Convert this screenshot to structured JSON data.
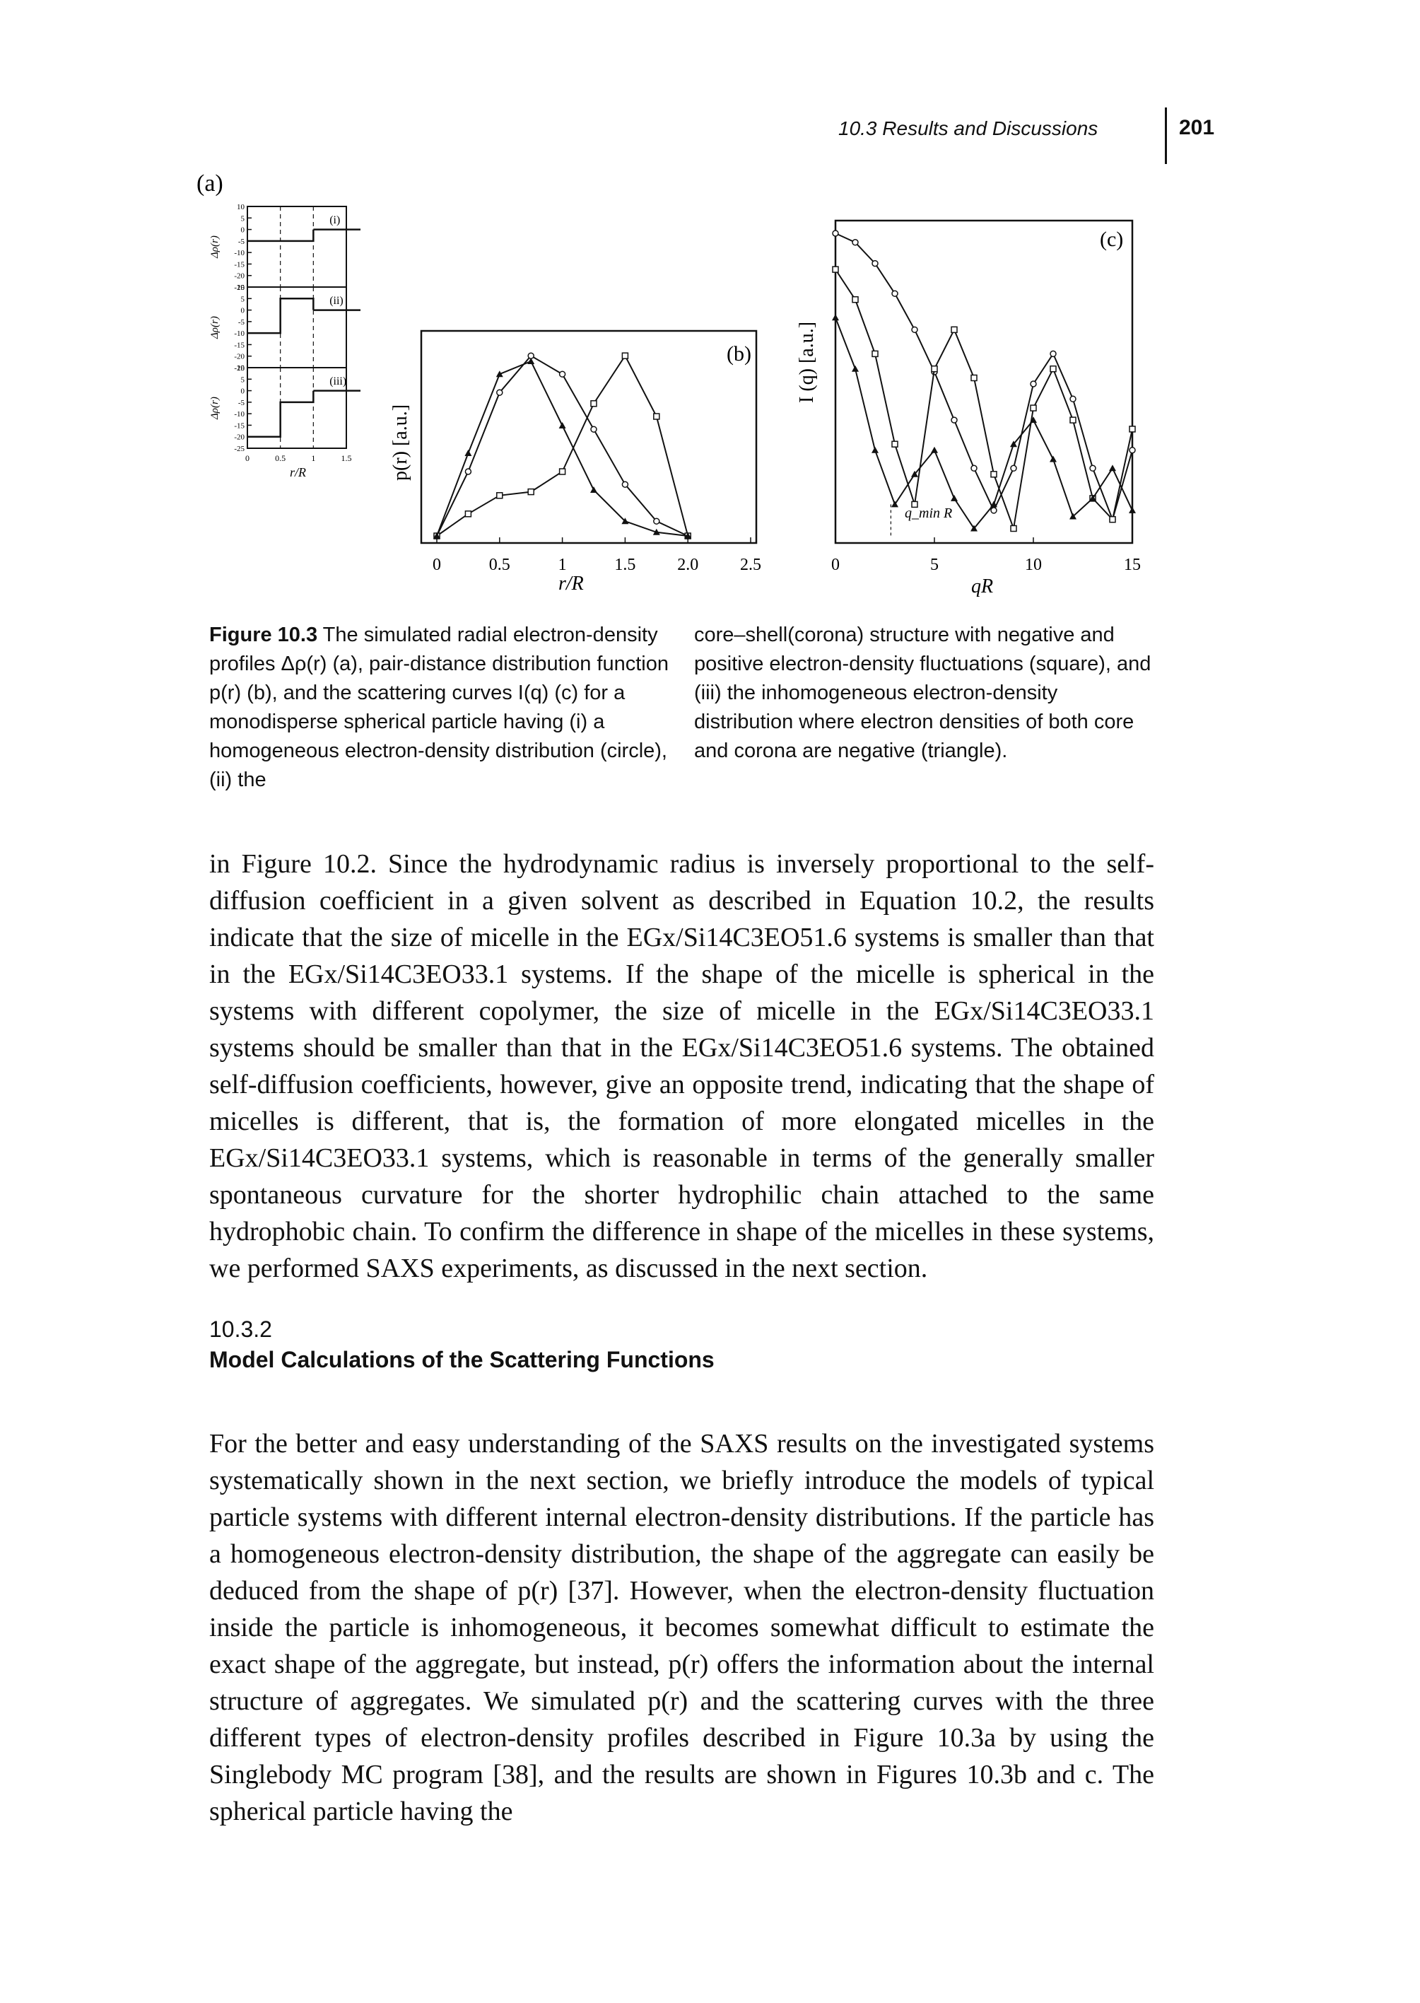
{
  "header": {
    "running_head": "10.3 Results and Discussions",
    "page_number": "201"
  },
  "figure": {
    "panel_a": {
      "label": "(a)",
      "ylabel": "Δρ(r)",
      "xlabel": "r/R",
      "subpanels": [
        {
          "tag": "(i)",
          "yticks": [
            "10",
            "5",
            "0",
            "-5",
            "-10",
            "-15",
            "-20",
            "-25"
          ],
          "core": -5,
          "shell": -5
        },
        {
          "tag": "(ii)",
          "yticks": [
            "10",
            "5",
            "0",
            "-5",
            "-10",
            "-15",
            "-20",
            "-25"
          ],
          "core": -10,
          "shell": 5
        },
        {
          "tag": "(iii)",
          "yticks": [
            "10",
            "5",
            "0",
            "-5",
            "-10",
            "-15",
            "-20",
            "-25"
          ],
          "core": -20,
          "shell": -5
        }
      ],
      "xticks": [
        "0",
        "0.5",
        "1",
        "1.5"
      ]
    },
    "panel_b": {
      "label": "(b)",
      "ylabel": "p(r) [a.u.]",
      "xlabel": "r/R",
      "xticks": [
        "0",
        "0.5",
        "1",
        "1.5",
        "2.0",
        "2.5"
      ]
    },
    "panel_c": {
      "label": "(c)",
      "ylabel": "I (q) [a.u.]",
      "xlabel": "qR",
      "xticks": [
        "0",
        "5",
        "10",
        "15"
      ],
      "annotation": "q_min R"
    },
    "caption_label": "Figure 10.3",
    "caption_col1": "The simulated radial electron-density profiles Δρ(r) (a), pair-distance distribution function p(r) (b), and the scattering curves I(q) (c) for a monodisperse spherical particle having (i) a homogeneous electron-density distribution (circle), (ii) the",
    "caption_col2": "core–shell(corona) structure with negative and positive electron-density fluctuations (square), and (iii) the inhomogeneous electron-density distribution where electron densities of both core and corona are negative (triangle)."
  },
  "chart_data": [
    {
      "type": "line",
      "title": "(a)",
      "xlabel": "r/R",
      "ylabel": "Δρ(r)",
      "ylim": [
        -25,
        10
      ],
      "xlim": [
        0,
        1.5
      ],
      "series": [
        {
          "name": "(i)",
          "x": [
            0,
            0.5,
            0.5,
            1,
            1
          ],
          "y": [
            -5,
            -5,
            -5,
            -5,
            0
          ]
        },
        {
          "name": "(ii)",
          "x": [
            0,
            0.5,
            0.5,
            1,
            1
          ],
          "y": [
            -10,
            -10,
            5,
            5,
            0
          ]
        },
        {
          "name": "(iii)",
          "x": [
            0,
            0.5,
            0.5,
            1,
            1
          ],
          "y": [
            -20,
            -20,
            -5,
            -5,
            0
          ]
        }
      ]
    },
    {
      "type": "line",
      "title": "(b)",
      "xlabel": "r/R",
      "ylabel": "p(r) [a.u.]",
      "xlim": [
        0,
        2.5
      ],
      "series": [
        {
          "x": [
            0,
            0.25,
            0.5,
            0.75,
            1.0,
            1.25,
            1.5,
            1.75,
            2.0
          ],
          "y": [
            0,
            0.35,
            0.78,
            0.98,
            0.88,
            0.58,
            0.28,
            0.08,
            0
          ]
        },
        {
          "x": [
            0,
            0.25,
            0.5,
            0.75,
            1.0,
            1.25,
            1.5,
            1.75,
            2.0
          ],
          "y": [
            0,
            0.12,
            0.22,
            0.24,
            0.35,
            0.72,
            0.98,
            0.65,
            0
          ]
        },
        {
          "x": [
            0,
            0.25,
            0.5,
            0.75,
            1.0,
            1.25,
            1.5,
            1.75,
            2.0
          ],
          "y": [
            0,
            0.45,
            0.88,
            0.95,
            0.6,
            0.25,
            0.08,
            0.02,
            0
          ]
        }
      ]
    },
    {
      "type": "line",
      "title": "(c)",
      "xlabel": "qR",
      "ylabel": "I (q) [a.u.]",
      "xlim": [
        0,
        15
      ],
      "series": [
        {
          "x": [
            0,
            1,
            2,
            3,
            4,
            5,
            6,
            7,
            8,
            9,
            10,
            11,
            12,
            13,
            14,
            15
          ],
          "y": [
            1.0,
            0.97,
            0.9,
            0.8,
            0.68,
            0.54,
            0.38,
            0.22,
            0.08,
            0.22,
            0.5,
            0.6,
            0.45,
            0.22,
            0.05,
            0.28
          ]
        },
        {
          "x": [
            0,
            1,
            2,
            3,
            4,
            5,
            6,
            7,
            8,
            9,
            10,
            11,
            12,
            13,
            14,
            15
          ],
          "y": [
            0.88,
            0.78,
            0.6,
            0.3,
            0.1,
            0.55,
            0.68,
            0.52,
            0.2,
            0.02,
            0.42,
            0.55,
            0.38,
            0.12,
            0.05,
            0.35
          ]
        },
        {
          "x": [
            0,
            1,
            2,
            3,
            4,
            5,
            6,
            7,
            8,
            9,
            10,
            11,
            12,
            13,
            14,
            15
          ],
          "y": [
            0.72,
            0.55,
            0.28,
            0.1,
            0.2,
            0.28,
            0.12,
            0.02,
            0.1,
            0.3,
            0.38,
            0.25,
            0.06,
            0.12,
            0.22,
            0.08
          ]
        }
      ]
    }
  ],
  "body_para1": "in Figure 10.2. Since the hydrodynamic radius is inversely proportional to the self-diffusion coefficient in a given solvent as described in Equation 10.2, the results indicate that the size of micelle in the EGx/Si14C3EO51.6 systems is smaller than that in the EGx/Si14C3EO33.1 systems. If the shape of the micelle is spherical in the systems with different copolymer, the size of micelle in the EGx/Si14C3EO33.1 systems should be smaller than that in the EGx/Si14C3EO51.6 systems. The obtained self-diffusion coefficients, however, give an opposite trend, indicating that the shape of micelles is different, that is, the formation of more elongated micelles in the EGx/Si14C3EO33.1 systems, which is reasonable in terms of the generally smaller spontaneous curvature for the shorter hydrophilic chain attached to the same hydrophobic chain. To confirm the difference in shape of the micelles in these systems, we performed SAXS experiments, as discussed in the next section.",
  "section": {
    "number": "10.3.2",
    "title": "Model Calculations of the Scattering Functions"
  },
  "body_para2": "For the better and easy understanding of the SAXS results on the investigated systems systematically shown in the next section, we briefly introduce the models of typical particle systems with different internal electron-density distributions. If the particle has a homogeneous electron-density distribution, the shape of the aggregate can easily be deduced from the shape of p(r) [37]. However, when the electron-density fluctuation inside the particle is inhomogeneous, it becomes somewhat difficult to estimate the exact shape of the aggregate, but instead, p(r) offers the information about the internal structure of aggregates. We simulated p(r) and the scattering curves with the three different types of electron-density profiles described in Figure 10.3a by using the Singlebody MC program [38], and the results are shown in Figures 10.3b and c. The spherical particle having the"
}
